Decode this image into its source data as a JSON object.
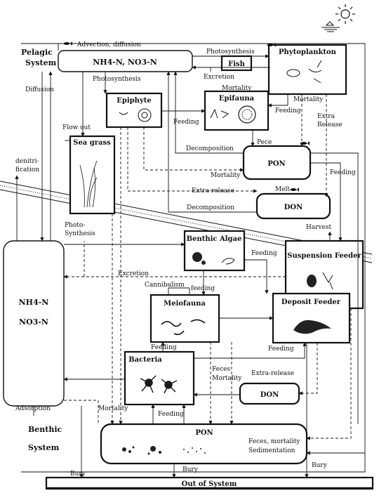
{
  "systems": {
    "pelagic_line1": "Pelagic",
    "pelagic_line2": "System",
    "benthic_line1": "Benthic",
    "benthic_line2": "System"
  },
  "boxes": {
    "nutrients_pelagic": "NH4-N, NO3-N",
    "phytoplankton": "Phytoplankton",
    "fish": "Fish",
    "epiphyte": "Epiphyte",
    "epifauna": "Epifauna",
    "seagrass": "Sea grass",
    "pon_pelagic": "PON",
    "don_pelagic": "DON",
    "nutrients_benthic_1": "NH4-N",
    "nutrients_benthic_2": "NO3-N",
    "benthic_algae": "Benthic Algae",
    "suspension_feeder": "Suspension Feeder",
    "meiofauna": "Meiofauna",
    "deposit_feeder": "Deposit Feeder",
    "bacteria": "Bacteria",
    "don_benthic": "DON",
    "pon_benthic": "PON",
    "out_of_system": "Out of System"
  },
  "labels": {
    "advection": "Advection, diffusion",
    "photosynthesis_top": "Photosynthesis",
    "excretion_top": "Excretion",
    "mortality_fish": "Mortality",
    "photosynthesis_epiphyte": "Photosynthesis",
    "diffusion": "Diffusion",
    "flow_out": "Flow out",
    "mortality_phyto": "Mortality",
    "feeding_phyto": "Feeding",
    "extra_release_1": "Extra",
    "extra_release_2": "Release",
    "feeding_epiphyte": "Feeding",
    "pece": "Pece",
    "decomposition_1": "Decomposition",
    "mortality_pon": "Mortality",
    "feeding_pon": "Feeding",
    "denitrification_1": "denitri-",
    "denitrification_2": "fication",
    "extra_release_don": "Extra-release",
    "melt": "Melt",
    "decomposition_2": "Decomposition",
    "harvest": "Harvest",
    "photo_synthesis_1": "Photo-",
    "photo_synthesis_2": "Synthesis",
    "feeding_algae": "Feeding",
    "excretion_benthic": "Excretion",
    "cannibalism": "Cannibalism",
    "feeding_meio": "feeding",
    "feeding_bacteria": "Feeding",
    "feeding_deposit": "Feeding",
    "feces_mortality_1": "Feces",
    "feces_mortality_2": "Mortality",
    "extra_release_benthic": "Extra-release",
    "adsorption": "Adsorption",
    "mortality_left": "Mortality",
    "feeding_low": "Feeding",
    "feces_mortality_low": "Feces, mortality",
    "sedimentation": "Sedimentation",
    "bury_left": "Bury",
    "bury_mid": "Bury",
    "bury_right": "Bury"
  }
}
